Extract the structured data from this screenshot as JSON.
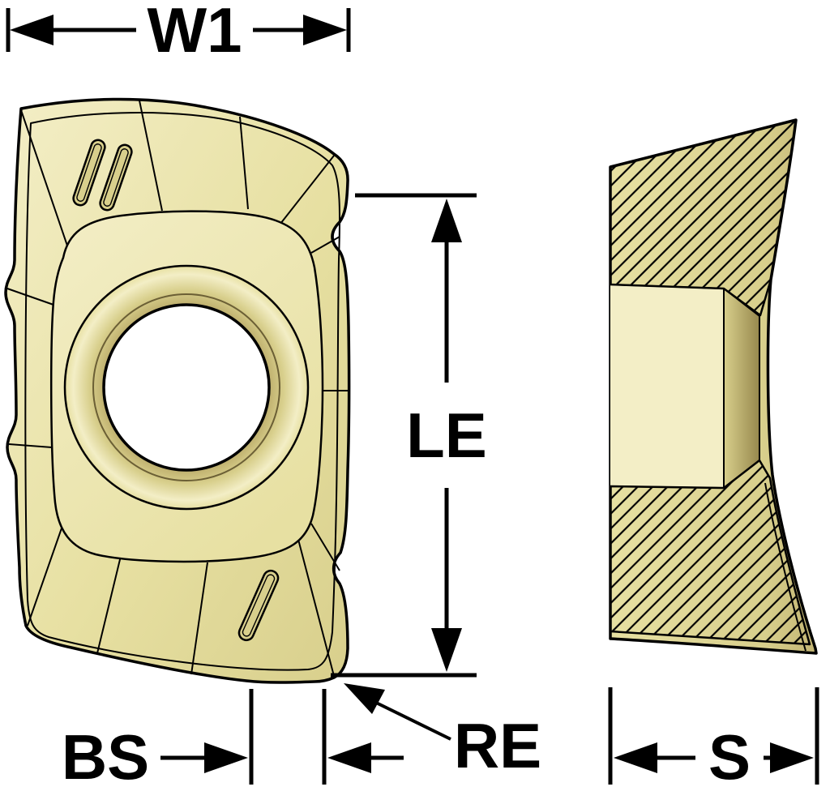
{
  "diagram": {
    "type": "technical-drawing",
    "labels": {
      "w1": "W1",
      "le": "LE",
      "bs": "BS",
      "re": "RE",
      "s": "S"
    },
    "colors": {
      "background": "#ffffff",
      "line": "#000000",
      "insert_face": "#e7e0a2",
      "insert_light": "#f3eec6",
      "insert_mid": "#d8cf8c",
      "insert_shadow": "#c3b573",
      "hole_deep": "#97884d",
      "hole_inner": "#ffffff"
    }
  }
}
